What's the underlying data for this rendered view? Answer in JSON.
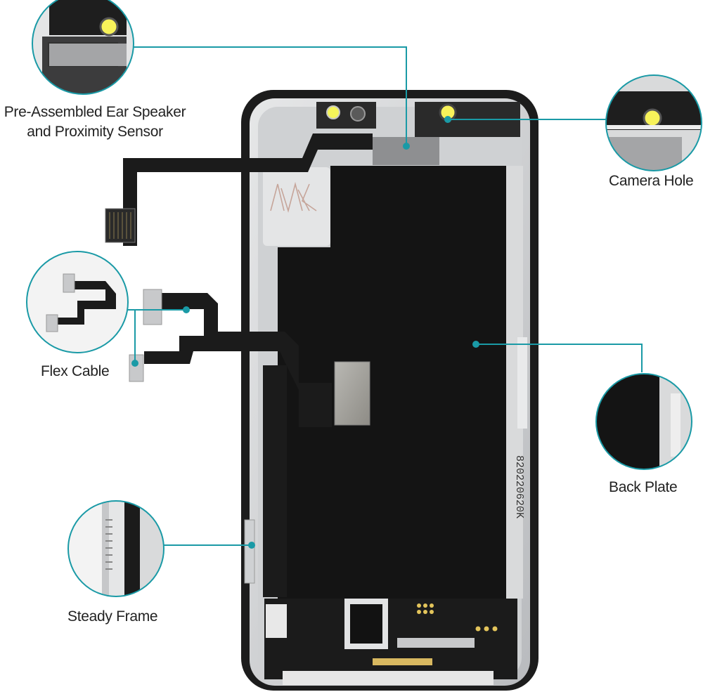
{
  "callouts": {
    "ear_speaker": {
      "line1": "Pre-Assembled Ear Speaker",
      "line2": "and Proximity Sensor",
      "icon": "ear-speaker-detail-icon"
    },
    "camera_hole": {
      "label": "Camera Hole",
      "icon": "camera-hole-detail-icon"
    },
    "flex_cable": {
      "label": "Flex Cable",
      "icon": "flex-cable-detail-icon"
    },
    "back_plate": {
      "label": "Back Plate",
      "icon": "back-plate-detail-icon"
    },
    "steady_frame": {
      "label": "Steady Frame",
      "icon": "steady-frame-detail-icon"
    }
  },
  "printed_codes": {
    "back_plate_code": "820220620K"
  },
  "colors": {
    "accent": "#1a9aa6",
    "panel_black": "#151515",
    "metal": "#d2d4d6",
    "gold": "#d8b860",
    "flex_black": "#1b1b1b"
  }
}
